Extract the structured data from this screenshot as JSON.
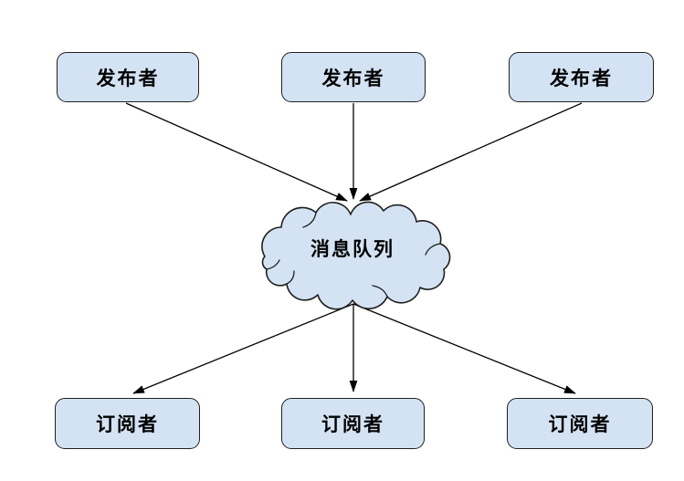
{
  "diagram": {
    "description": "publish-subscribe message queue diagram",
    "colors": {
      "background": "#ffffff",
      "node_fill": "#d4e3f3",
      "node_border": "#1f1f1f",
      "arrow": "#000000",
      "text": "#000000"
    },
    "publishers": [
      {
        "id": "publisher-1",
        "label": "发布者"
      },
      {
        "id": "publisher-2",
        "label": "发布者"
      },
      {
        "id": "publisher-3",
        "label": "发布者"
      }
    ],
    "queue": {
      "id": "message-queue",
      "label": "消息队列",
      "shape": "cloud"
    },
    "subscribers": [
      {
        "id": "subscriber-1",
        "label": "订阅者"
      },
      {
        "id": "subscriber-2",
        "label": "订阅者"
      },
      {
        "id": "subscriber-3",
        "label": "订阅者"
      }
    ],
    "edges": [
      {
        "from": "publisher-1",
        "to": "message-queue",
        "arrow": true
      },
      {
        "from": "publisher-2",
        "to": "message-queue",
        "arrow": true
      },
      {
        "from": "publisher-3",
        "to": "message-queue",
        "arrow": true
      },
      {
        "from": "message-queue",
        "to": "subscriber-1",
        "arrow": true
      },
      {
        "from": "message-queue",
        "to": "subscriber-2",
        "arrow": true
      },
      {
        "from": "message-queue",
        "to": "subscriber-3",
        "arrow": true
      }
    ]
  }
}
